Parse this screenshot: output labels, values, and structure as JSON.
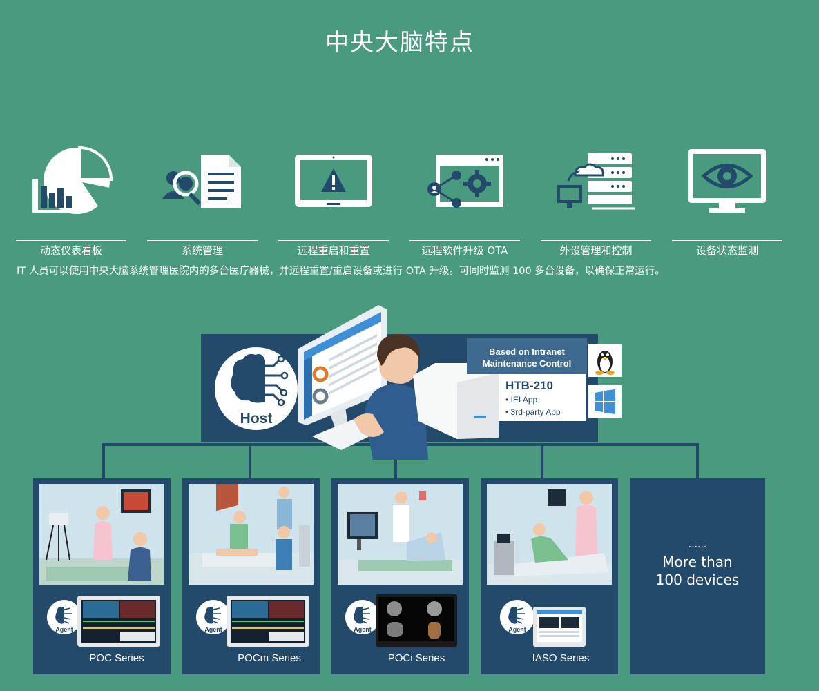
{
  "page": {
    "title": "中央大脑特点",
    "description": "IT 人员可以使用中央大脑系统管理医院内的多台医疗器械，并远程重置/重启设备或进行 OTA 升级。可同时监测 100 多台设备，以确保正常运行。"
  },
  "features": [
    {
      "label": "动态仪表看板",
      "icon": "pie-bar-chart-icon"
    },
    {
      "label": "系统管理",
      "icon": "user-document-icon"
    },
    {
      "label": "远程重启和重置",
      "icon": "monitor-warning-icon"
    },
    {
      "label": "远程软件升级 OTA",
      "icon": "window-gear-icon"
    },
    {
      "label": "外设管理和控制",
      "icon": "server-cloud-icon"
    },
    {
      "label": "设备状态监测",
      "icon": "monitor-eye-icon"
    }
  ],
  "host": {
    "badge_text": "Host",
    "intranet_title_line1": "Based on Intranet",
    "intranet_title_line2": "Maintenance Control",
    "model": "HTB-210",
    "apps": [
      "• IEI App",
      "• 3rd-party App"
    ],
    "os_icons": [
      "linux-tux-icon",
      "windows-icon"
    ]
  },
  "agents": {
    "badge_text": "Agent",
    "devices": [
      {
        "name": "POC Series"
      },
      {
        "name": "POCm Series"
      },
      {
        "name": "POCi Series"
      },
      {
        "name": "IASO Series"
      }
    ]
  },
  "more": {
    "dots": "......",
    "line1": "More than",
    "line2": "100 devices"
  },
  "colors": {
    "background": "#4a9a7f",
    "panel": "#234a6b",
    "white": "#ffffff"
  }
}
